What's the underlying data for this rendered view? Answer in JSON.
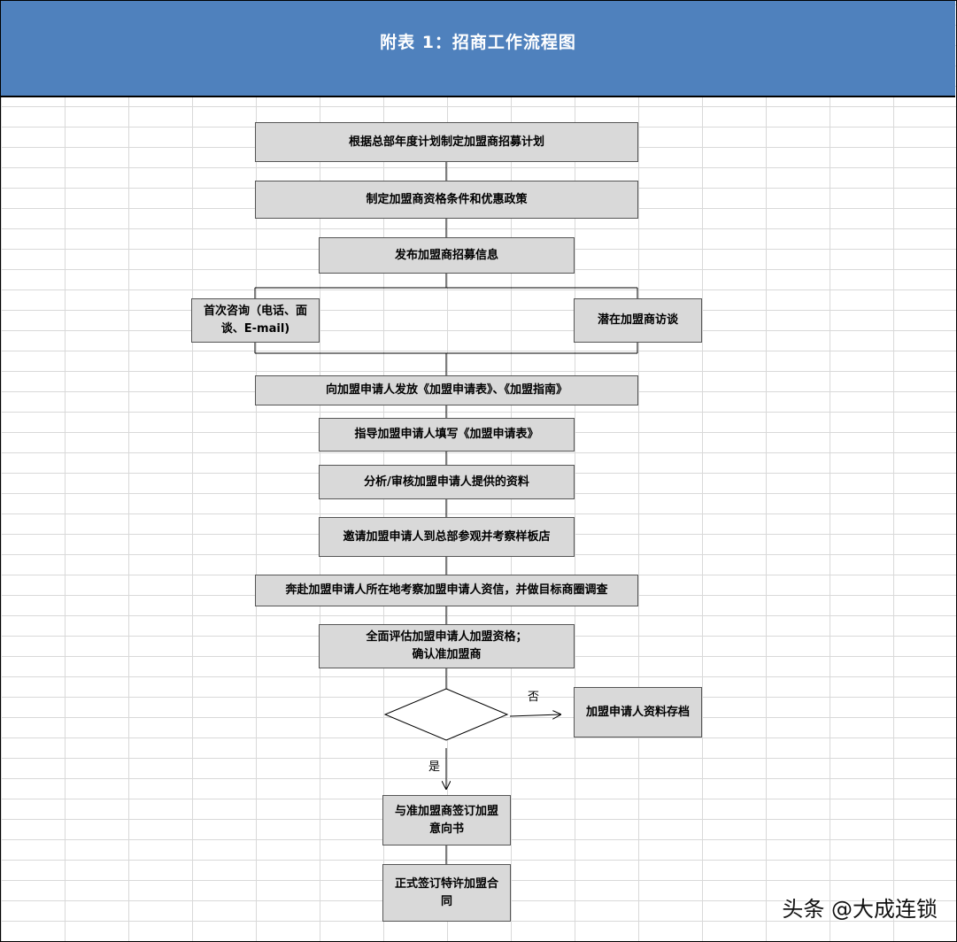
{
  "title": "附表 1：招商工作流程图",
  "steps": {
    "s1": "根据总部年度计划制定加盟商招募计划",
    "s2": "制定加盟商资格条件和优惠政策",
    "s3": "发布加盟商招募信息",
    "s4a": "首次咨询（电话、面\n谈、E-mail)",
    "s4b": "潜在加盟商访谈",
    "s5": "向加盟申请人发放《加盟申请表》、《加盟指南》",
    "s6": "指导加盟申请人填写《加盟申请表》",
    "s7": "分析/审核加盟申请人提供的资料",
    "s8": "邀请加盟申请人到总部参观并考察样板店",
    "s9": "奔赴加盟申请人所在地考察加盟申请人资信，并做目标商圈调查",
    "s10": "全面评估加盟申请人加盟资格；\n确认准加盟商",
    "archive": "加盟申请人资料存档",
    "s11": "与准加盟商签订加盟\n意向书",
    "s12": "正式签订特许加盟合\n同"
  },
  "decision": {
    "no_label": "否",
    "yes_label": "是"
  },
  "watermark": "头条 @大成连锁"
}
